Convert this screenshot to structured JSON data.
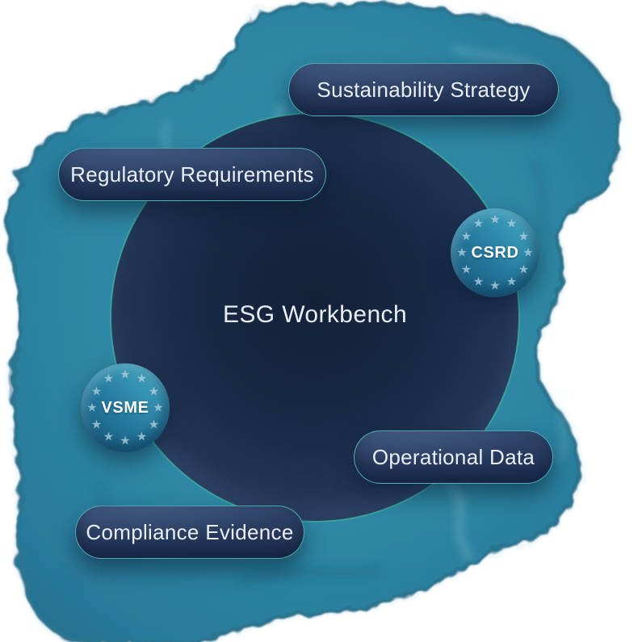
{
  "diagram": {
    "title": "ESG Workbench",
    "nodes": [
      {
        "id": "sustainability-strategy",
        "label": "Sustainability Strategy"
      },
      {
        "id": "regulatory-requirements",
        "label": "Regulatory Requirements"
      },
      {
        "id": "operational-data",
        "label": "Operational Data"
      },
      {
        "id": "compliance-evidence",
        "label": "Compliance Evidence"
      }
    ],
    "badges": [
      {
        "id": "csrd",
        "label": "CSRD"
      },
      {
        "id": "vsme",
        "label": "VSME"
      }
    ],
    "icons": {
      "eu_star": "★"
    },
    "colors": {
      "blob_teal": "#2e87a4",
      "blob_edge_fringe": "#eef8fa",
      "circle_navy_center": "#142340",
      "circle_navy_rim": "#2a3f60",
      "circle_border_teal": "#3cab9e",
      "pill_navy": "#26395c",
      "pill_border_teal": "#58c4c4",
      "badge_blue_light": "#5cb3cc",
      "badge_blue_dark": "#175478",
      "star_color": "#b2cfdd",
      "text_light": "#e9eef6"
    }
  }
}
